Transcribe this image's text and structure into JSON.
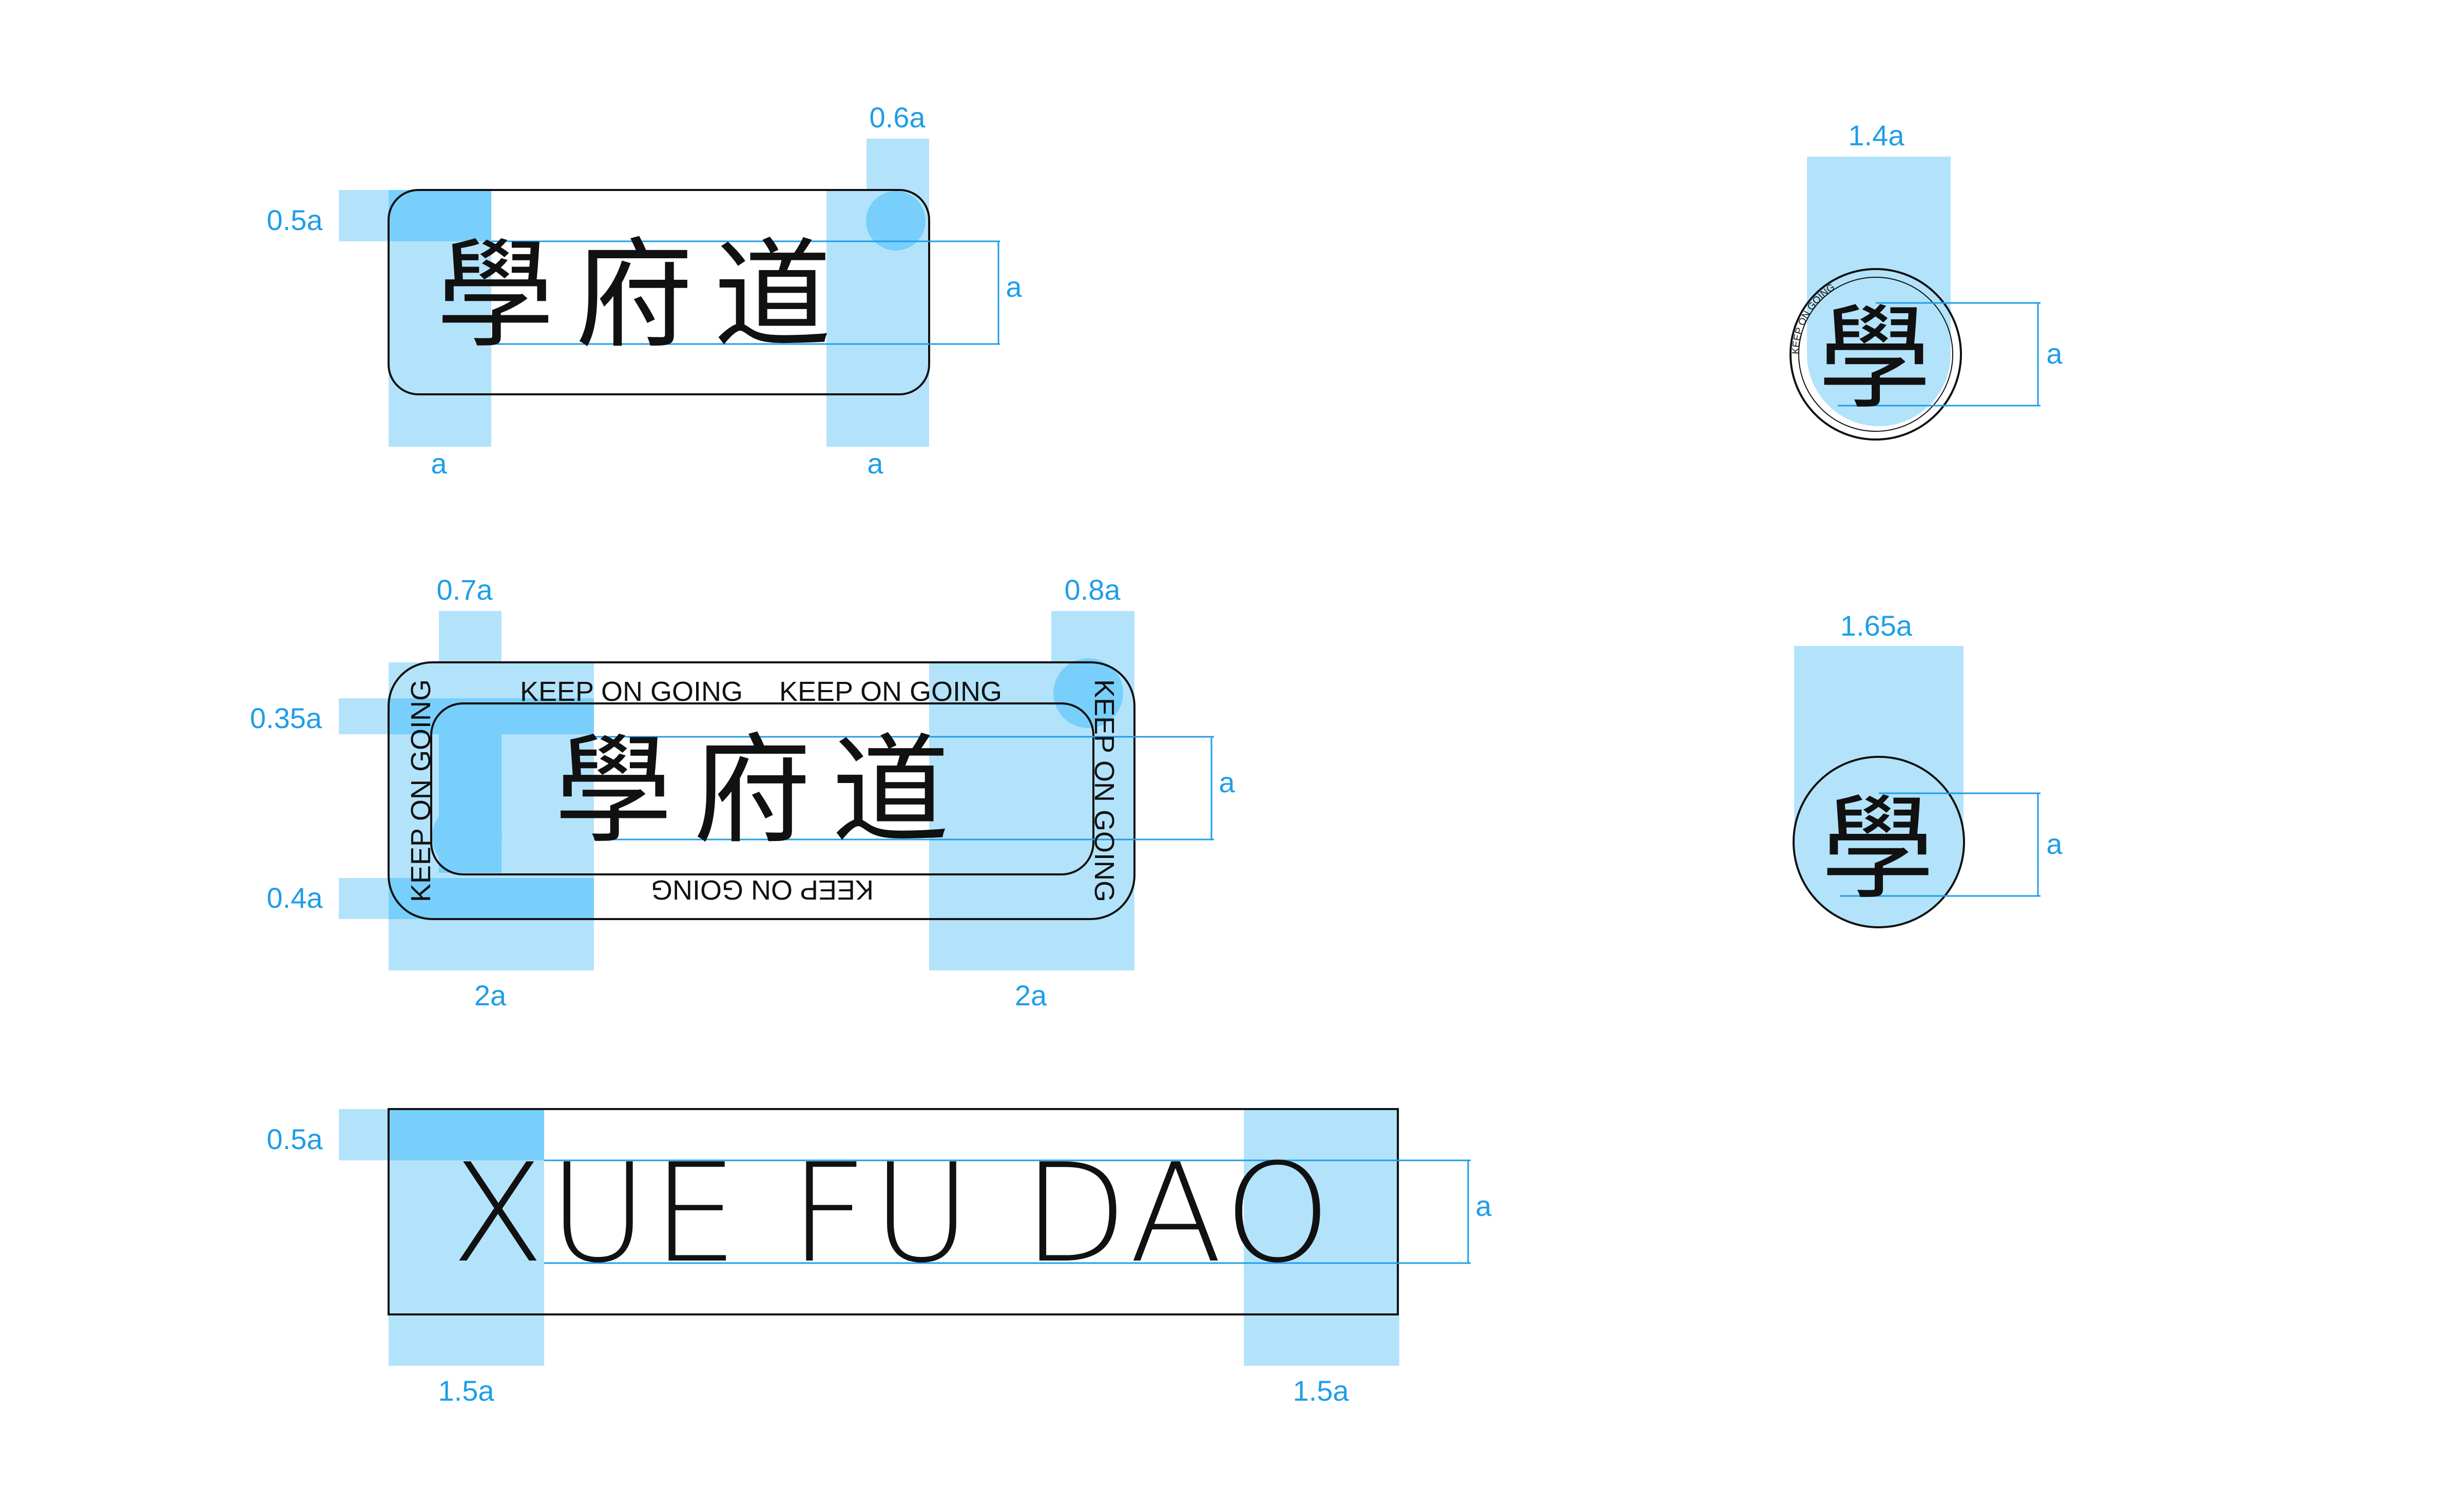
{
  "colors": {
    "accent": "#1f9ee8",
    "zone": "#b3e3fb",
    "zone_dark": "#78cffb",
    "stroke": "#111111"
  },
  "logos": {
    "chinese_name": "學府道",
    "single_char": "學",
    "english_name": "XUE FU DAO",
    "ring_text": "KEEP ON GOING"
  },
  "labels": {
    "d1_top": "0.6a",
    "d1_left": "0.5a",
    "d1_height": "a",
    "d1_bottom_left": "a",
    "d1_bottom_right": "a",
    "d2_top_left": "0.7a",
    "d2_top_right": "0.8a",
    "d2_left_top": "0.35a",
    "d2_left_bottom": "0.4a",
    "d2_height": "a",
    "d2_bottom_left": "2a",
    "d2_bottom_right": "2a",
    "d3_left": "0.5a",
    "d3_height": "a",
    "d3_bottom_left": "1.5a",
    "d3_bottom_right": "1.5a",
    "d4_top": "1.4a",
    "d4_height": "a",
    "d5_top": "1.65a",
    "d5_height": "a"
  }
}
